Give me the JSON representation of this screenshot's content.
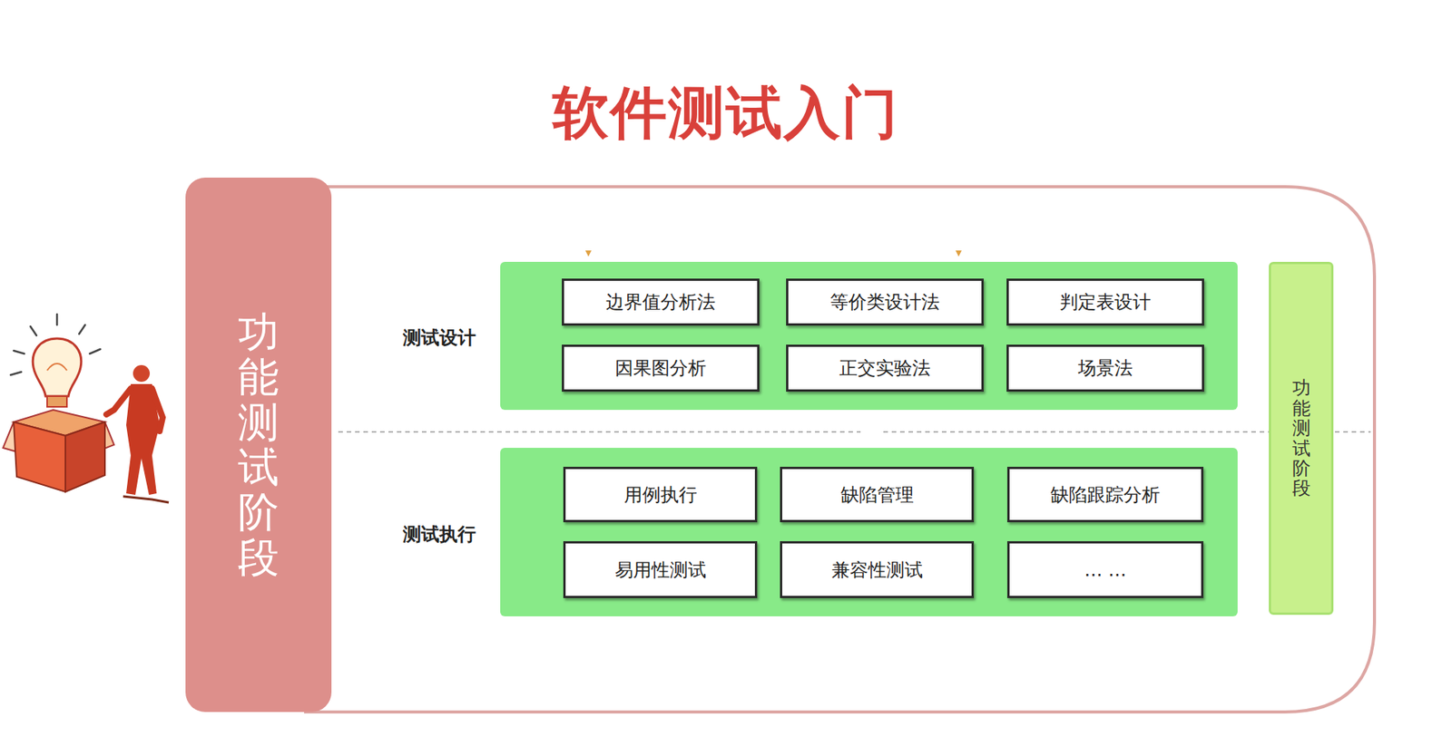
{
  "diagram": {
    "title": "软件测试入门",
    "nodes": [
      {
        "text": [
          "功能测试阶段"
        ]
      },
      {
        "text": [
          "测试设计"
        ]
      },
      {
        "text": [
          "边界值分析法"
        ],
        "in": 1
      },
      {
        "text": [
          "等价类设计法"
        ],
        "in": 1
      },
      {
        "text": [
          "判定表设计"
        ],
        "in": 1
      },
      {
        "text": [
          "因果图分析"
        ],
        "in": 1
      },
      {
        "text": [
          "正交实验法"
        ],
        "in": 1
      },
      {
        "text": [
          "场景法"
        ],
        "in": 1
      },
      {
        "text": [
          "测试执行"
        ]
      },
      {
        "text": [
          "用例执行"
        ],
        "in": 8
      },
      {
        "text": [
          "缺陷管理"
        ],
        "in": 8
      },
      {
        "text": [
          "缺陷跟踪分析"
        ],
        "in": 8
      },
      {
        "text": [
          "易用性测试"
        ],
        "in": 8
      },
      {
        "text": [
          "兼容性测试"
        ],
        "in": 8
      },
      {
        "text": [
          "… …"
        ],
        "in": 8
      },
      {
        "text": [
          "功能测试阶段"
        ]
      }
    ]
  }
}
